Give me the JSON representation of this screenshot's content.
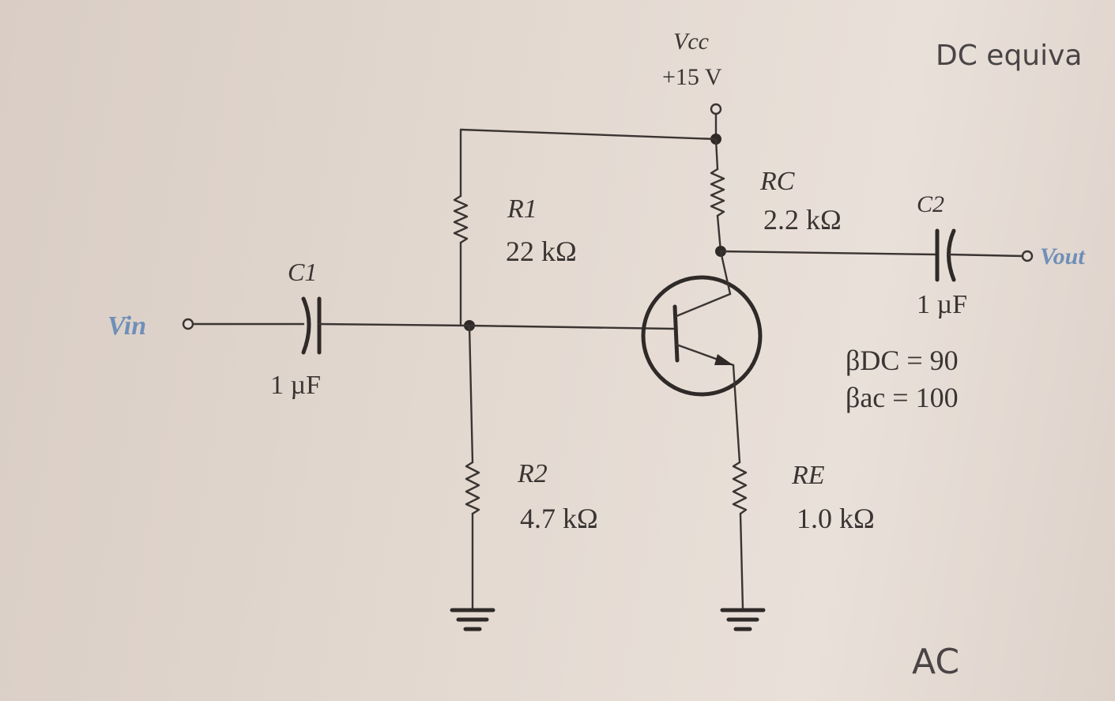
{
  "supply": {
    "name": "Vcc",
    "value": "+15 V"
  },
  "input": {
    "label": "Vin"
  },
  "output": {
    "label": "Vout"
  },
  "components": {
    "R1": {
      "name": "R1",
      "value": "22 kΩ"
    },
    "R2": {
      "name": "R2",
      "value": "4.7 kΩ"
    },
    "RC": {
      "name": "RC",
      "value": "2.2 kΩ"
    },
    "RE": {
      "name": "RE",
      "value": "1.0 kΩ"
    },
    "C1": {
      "name": "C1",
      "value": "1 µF"
    },
    "C2": {
      "name": "C2",
      "value": "1 µF"
    }
  },
  "beta": {
    "dc": "βDC = 90",
    "ac": "βac = 100"
  },
  "handwriting": {
    "top_right": "DC equiva",
    "bottom": "AC"
  }
}
